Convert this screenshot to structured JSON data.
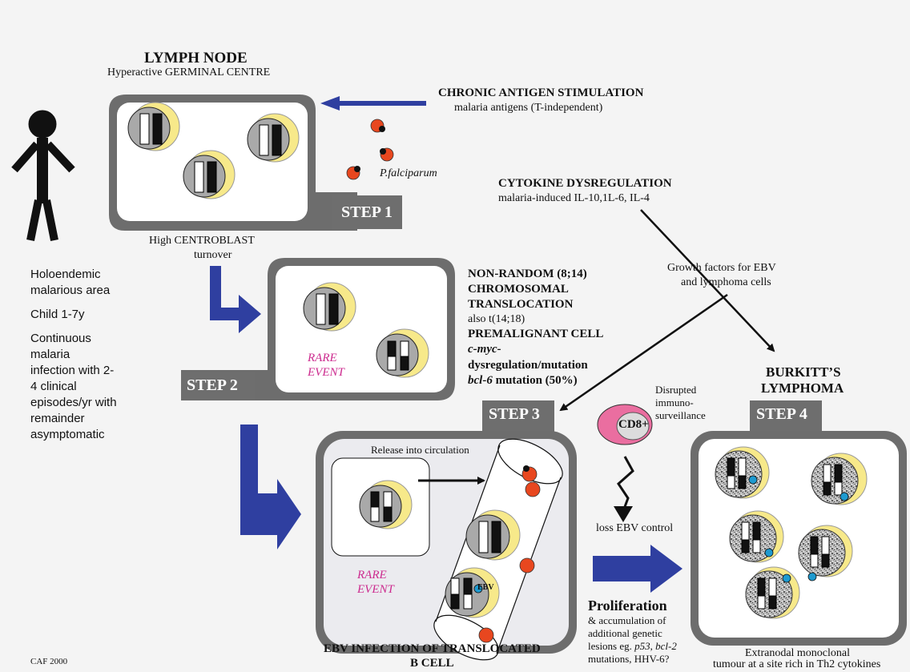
{
  "lymph_node": {
    "title": "LYMPH  NODE",
    "subtitle": "Hyperactive GERMINAL CENTRE",
    "caption_line1": "High CENTROBLAST",
    "caption_line2": "turnover"
  },
  "antigen": {
    "heading": "CHRONIC ANTIGEN STIMULATION",
    "detail": "malaria antigens (T-independent)",
    "parasite_label": "P.falciparum"
  },
  "cytokine": {
    "heading": "CYTOKINE DYSREGULATION",
    "detail": "malaria-induced IL-10,1L-6, IL-4",
    "growth_line1": "Growth factors for EBV",
    "growth_line2": "and lymphoma cells"
  },
  "steps": {
    "step1": "STEP  1",
    "step2": "STEP 2",
    "step3": "STEP 3",
    "step4": "STEP 4"
  },
  "setting": {
    "area_line1": "Holoendemic",
    "area_line2": "malarious area",
    "age": "Child 1-7y",
    "infection_lines": [
      "Continuous",
      "malaria",
      "infection with 2-",
      "4 clinical",
      "episodes/yr with",
      "remainder",
      "asymptomatic"
    ]
  },
  "translocation": {
    "line1": "NON-RANDOM  (8;14)",
    "line2": "CHROMOSOMAL",
    "line3": "TRANSLOCATION",
    "also": "also t(14;18)",
    "premalignant": "PREMALIGNANT CELL",
    "cmyc": "c-myc-",
    "dysregulation": "dysregulation/mutation",
    "bcl6_gene": "bcl-6",
    "bcl6_rest": " mutation (50%)"
  },
  "rare_event": {
    "line1": "RARE",
    "line2": "EVENT"
  },
  "step3_panel": {
    "release": "Release into circulation",
    "ebv_label": "EBV",
    "title_line1": "EBV INFECTION OF TRANSLOCATED",
    "title_line2": "B CELL"
  },
  "immune": {
    "cd8": "CD8+",
    "disrupted_lines": [
      "Disrupted",
      "immuno-",
      "surveillance"
    ],
    "loss": "loss EBV control"
  },
  "proliferation": {
    "heading": "Proliferation",
    "lines": [
      "& accumulation of",
      "additional genetic"
    ],
    "lesions_prefix": "lesions eg. ",
    "p53": "p53",
    "comma": ", ",
    "bcl2": "bcl-2",
    "last_line": "mutations, HHV-6?"
  },
  "burkitt": {
    "title_line1": "BURKITT’S",
    "title_line2": "LYMPHOMA",
    "caption_line1": "Extranodal monoclonal",
    "caption_line2": "tumour at a site rich in Th2 cytokines"
  },
  "credit": "CAF  2000",
  "colors": {
    "box_border": "#6d6d6d",
    "step_tab": "#6e6e6e",
    "big_arrow": "#2f3fa0",
    "parasite": "#e8471f",
    "cell_halo": "#f7e98a",
    "nucleus": "#a9a9a9",
    "ebv_dot": "#1e9ad0",
    "cd8": "#ea6ea0",
    "rare_event": "#cc2a8e"
  }
}
